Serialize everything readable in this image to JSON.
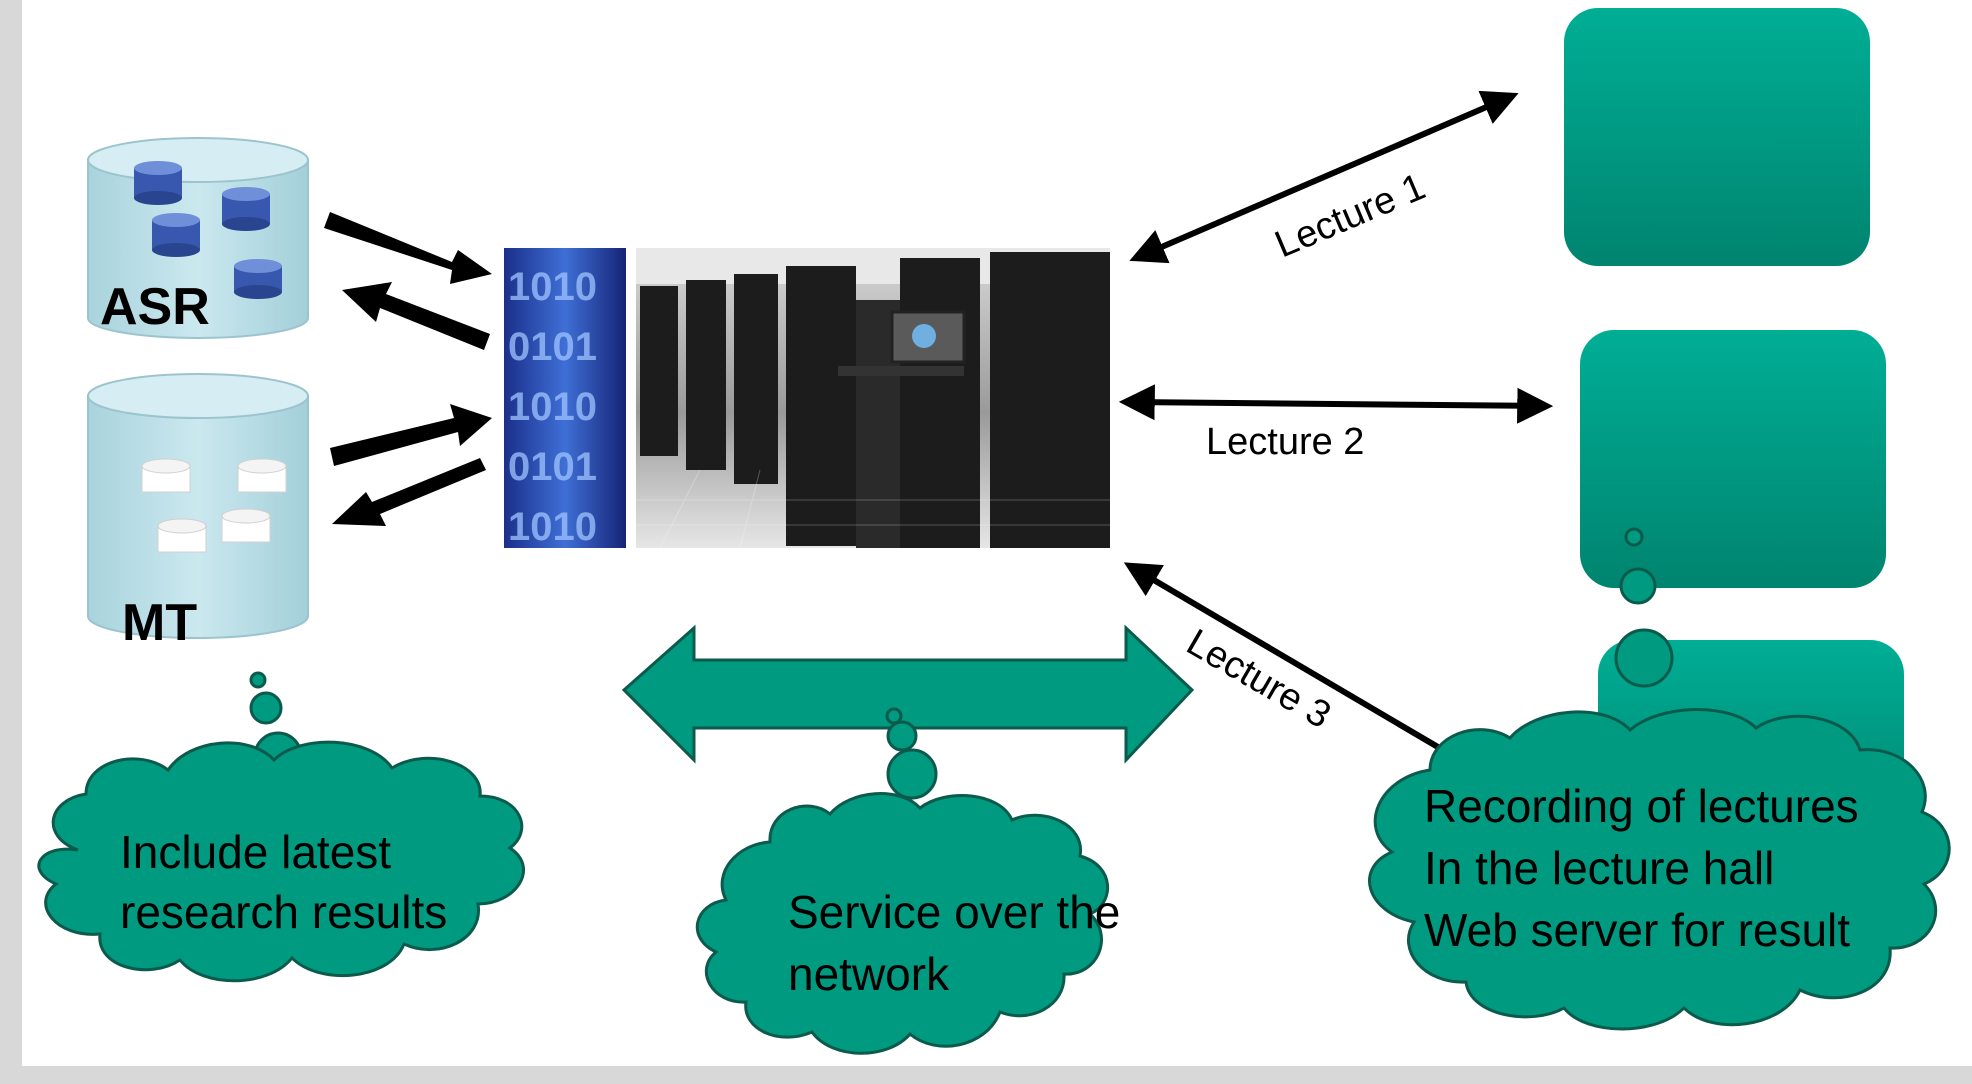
{
  "databases": {
    "asr": {
      "label": "ASR"
    },
    "mt": {
      "label": "MT"
    }
  },
  "links": {
    "lecture1": "Lecture 1",
    "lecture2": "Lecture 2",
    "lecture3": "Lecture 3"
  },
  "callouts": {
    "research": {
      "lines": [
        "Include latest",
        "research results"
      ]
    },
    "service": {
      "lines": [
        "Service over the",
        "network"
      ]
    },
    "recording": {
      "lines": [
        "Recording of lectures",
        "In the lecture hall",
        "Web server for result"
      ]
    }
  },
  "colors": {
    "teal": "#00a58e",
    "teal_dark": "#008a76",
    "cloud": "#009a80",
    "db_top": "#cfeaf0",
    "db_body": "#b7dce6",
    "db_icon_blue": "#3858b0",
    "frame": "#d8d8d8"
  }
}
